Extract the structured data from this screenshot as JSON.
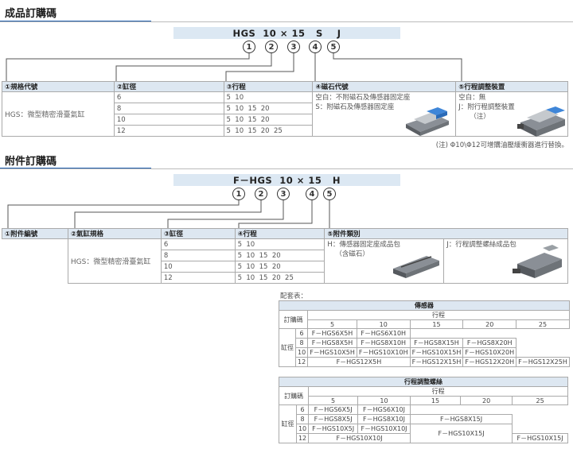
{
  "section1": {
    "title": "成品訂購碼",
    "code": "HGS  10 × 15   S    J",
    "circles": [
      "1",
      "2",
      "3",
      "4",
      "5"
    ],
    "headers": [
      "①規格代號",
      "②缸徑",
      "③行程",
      "④磁石代號",
      "⑤行程調整裝置"
    ],
    "spec_text": "HGS：微型精密滑臺氣缸",
    "bores": [
      "6",
      "8",
      "10",
      "12"
    ],
    "strokes": [
      "5  10",
      "5  10  15  20",
      "5  10  15  20",
      "5  10  15  20  25"
    ],
    "magnet_options": [
      "空白：不附磁石及傳感器固定座",
      "S：附磁石及傳感器固定座"
    ],
    "adjust_options": [
      "空白：無",
      "J：附行程調整裝置",
      "（注）"
    ],
    "note": "(注) Φ10\\Φ12可增購油壓緩衝器進行替換。"
  },
  "section2": {
    "title": "附件訂購碼",
    "code": "F－HGS  10 × 15   H",
    "circles": [
      "1",
      "2",
      "3",
      "4",
      "5"
    ],
    "headers": [
      "①附件編號",
      "②氣缸規格",
      "③缸徑",
      "④行程",
      "⑤附件類別"
    ],
    "spec_text": "HGS：微型精密滑臺氣缸",
    "bores": [
      "6",
      "8",
      "10",
      "12"
    ],
    "strokes": [
      "5  10",
      "5  10  15  20",
      "5  10  15  20",
      "5  10  15  20  25"
    ],
    "type_h": [
      "H：傳感器固定座成品包",
      "（含磁石）"
    ],
    "type_j": "J：行程調整螺絲成品包"
  },
  "match": {
    "label": "配套表：",
    "sensor_title": "傳感器",
    "adjust_title": "行程調整螺絲",
    "order_code": "訂購碼",
    "stroke": "行程",
    "bore": "缸徑",
    "stroke_cols": [
      "5",
      "10",
      "15",
      "20",
      "25"
    ],
    "bores": [
      "6",
      "8",
      "10",
      "12"
    ],
    "sensor_rows": [
      [
        "F－HGS6X5H",
        "F－HGS6X10H"
      ],
      [
        "F－HGS8X5H",
        "F－HGS8X10H",
        "F－HGS8X15H",
        "F－HGS8X20H"
      ],
      [
        "F－HGS10X5H",
        "F－HGS10X10H",
        "F－HGS10X15H",
        "F－HGS10X20H"
      ],
      [
        "F－HGS12X5H",
        "F－HGS12X15H",
        "F－HGS12X20H",
        "F－HGS12X25H"
      ]
    ],
    "adjust_rows": [
      [
        "F－HGS6X5J",
        "F－HGS6X10J"
      ],
      [
        "F－HGS8X5J",
        "F－HGS8X10J",
        "F－HGS8X15J"
      ],
      [
        "F－HGS10X5J",
        "F－HGS10X10J",
        "F－HGS10X15J"
      ],
      [
        "F－HGS10X10J",
        "F－HGS10X15J"
      ]
    ]
  }
}
